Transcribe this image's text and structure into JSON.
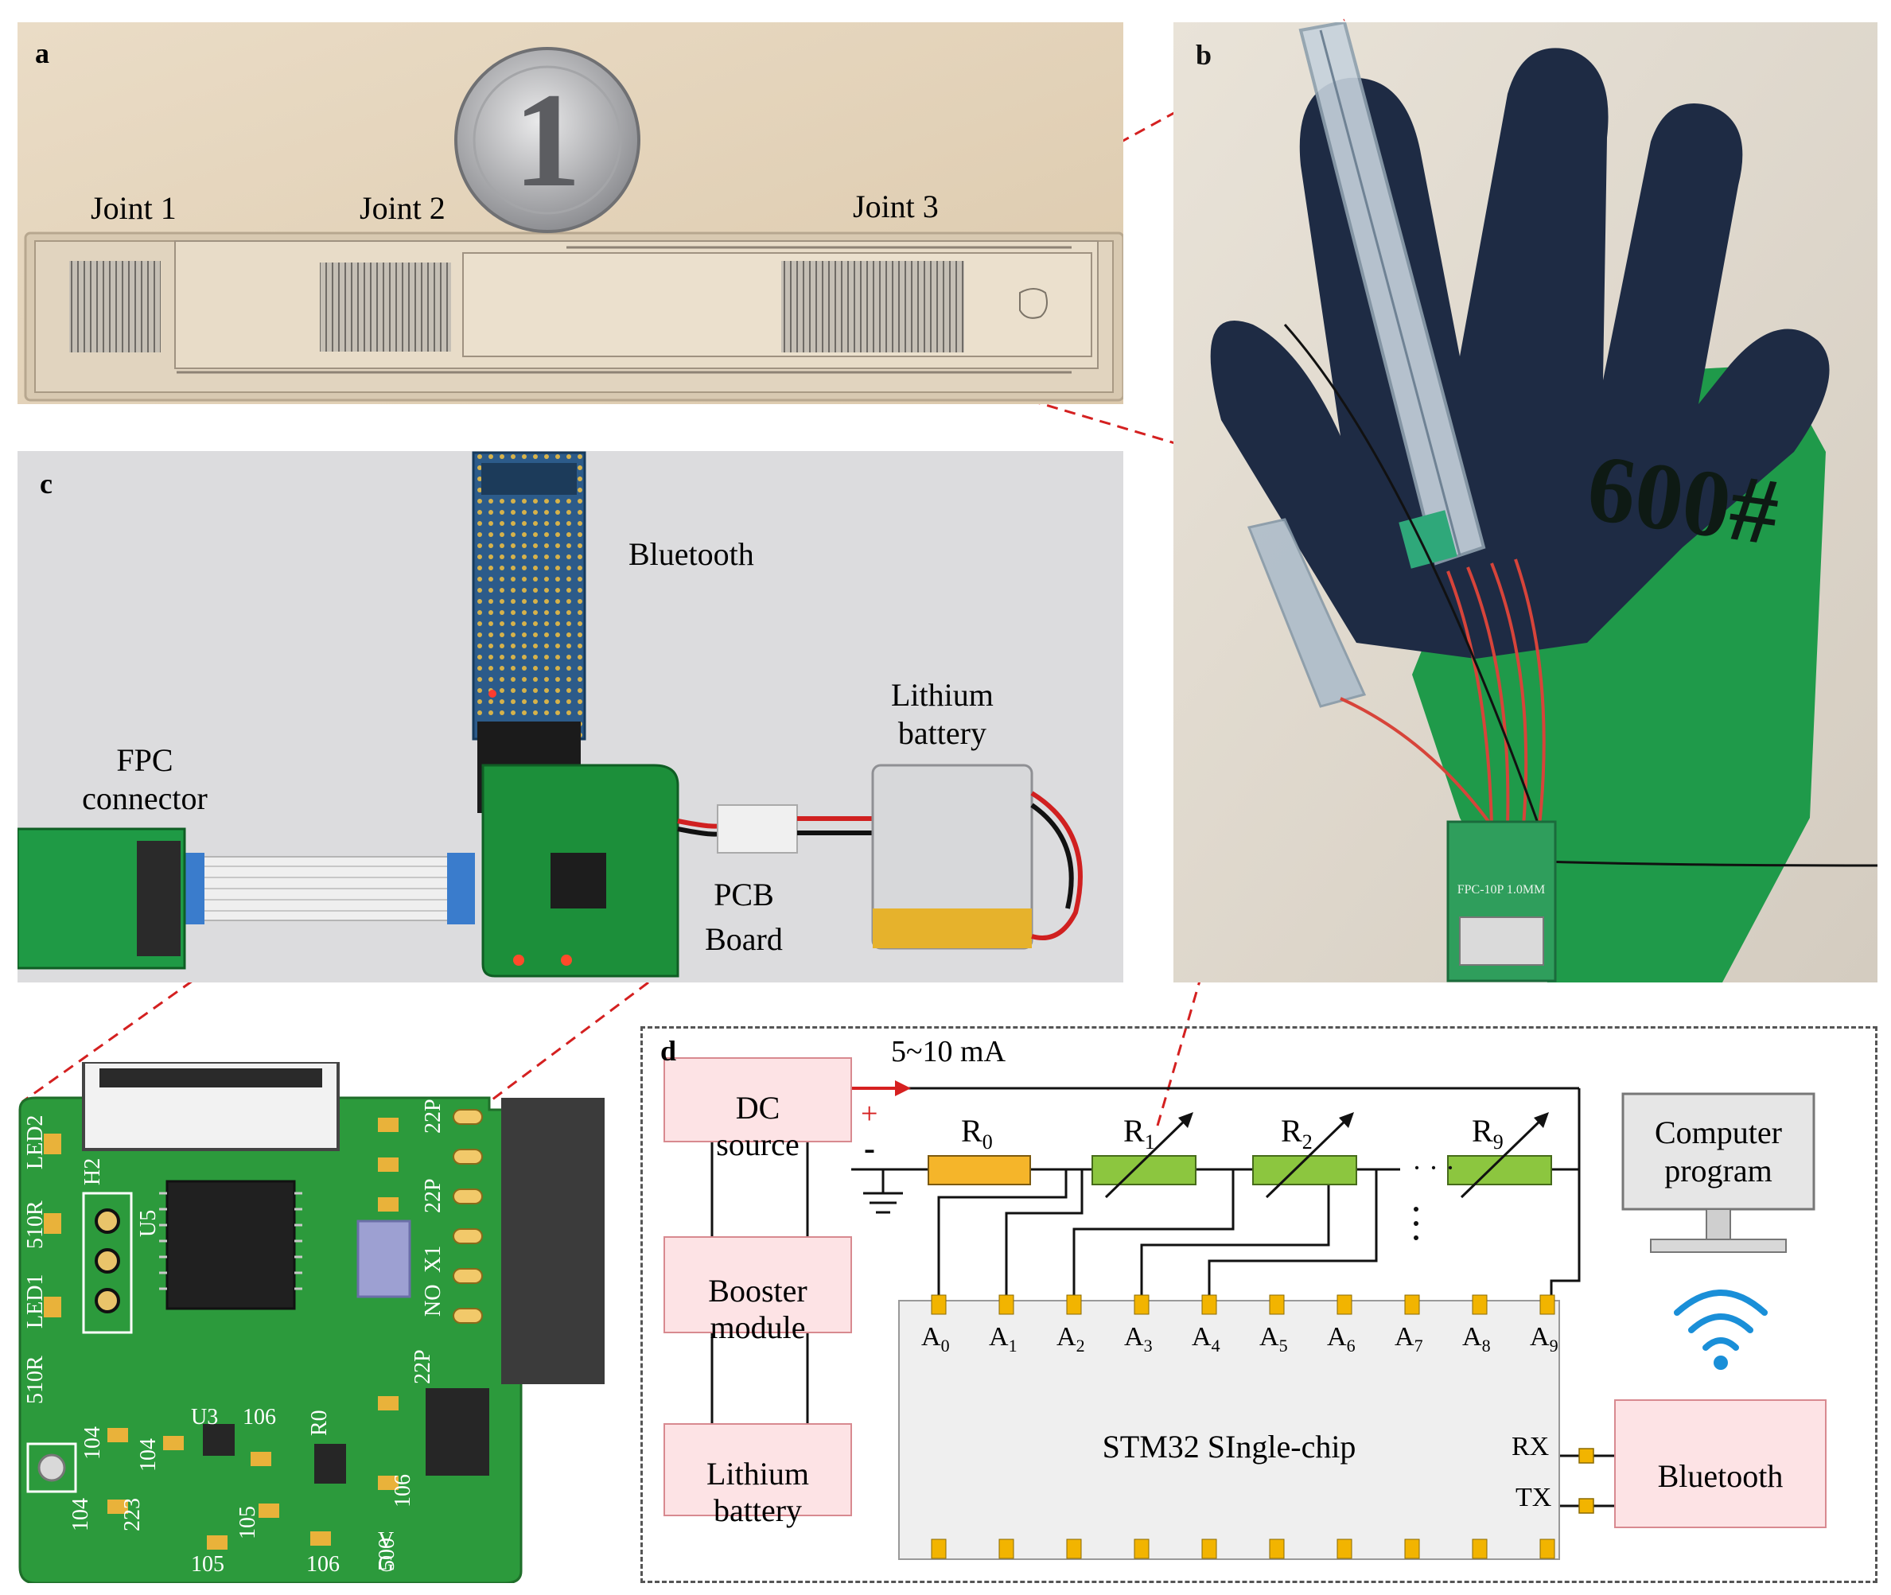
{
  "panels": {
    "a": {
      "letter": "a",
      "joints": [
        "Joint 1",
        "Joint 2",
        "Joint 3"
      ],
      "coin_value": "1"
    },
    "b": {
      "letter": "b",
      "glove_text": "600#",
      "connector_text": "FPC-10P 1.0MM"
    },
    "c": {
      "letter": "c",
      "labels": {
        "bluetooth": "Bluetooth",
        "lithium_line1": "Lithium",
        "lithium_line2": "battery",
        "fpc_line1": "FPC",
        "fpc_line2": "connector",
        "pcb_line1": "PCB",
        "pcb_line2": "Board"
      }
    },
    "pcb_detail": {
      "silkscreen": [
        "LED2",
        "510R",
        "H2",
        "U5",
        "LED1",
        "510R",
        "22P",
        "22P",
        "X1",
        "NO",
        "22P",
        "U3",
        "106",
        "104",
        "104",
        "104",
        "223",
        "105",
        "105",
        "106",
        "R0",
        "500",
        "G",
        "V",
        "106"
      ]
    },
    "d": {
      "letter": "d",
      "current": "5~10 mA",
      "plus": "+",
      "minus": "-",
      "blocks": {
        "dc_line1": "DC",
        "dc_line2": "source",
        "booster_line1": "Booster",
        "booster_line2": "module",
        "lithium_line1": "Lithium",
        "lithium_line2": "battery",
        "computer_line1": "Computer",
        "computer_line2": "program",
        "bluetooth": "Bluetooth",
        "mcu": "STM32  SIngle-chip",
        "rx": "RX",
        "tx": "TX"
      },
      "resistors": [
        {
          "label": "R",
          "sub": "0",
          "variable": false
        },
        {
          "label": "R",
          "sub": "1",
          "variable": true
        },
        {
          "label": "R",
          "sub": "2",
          "variable": true
        },
        {
          "label": "R",
          "sub": "9",
          "variable": true
        }
      ],
      "pins": [
        "A0",
        "A1",
        "A2",
        "A3",
        "A4",
        "A5",
        "A6",
        "A7",
        "A8",
        "A9"
      ],
      "ellipsis": "· · ·",
      "colors": {
        "block_fill": "#fde3e5",
        "block_stroke": "#e8747a",
        "fixed_resistor": "#f5b52a",
        "var_resistor": "#8cc63f",
        "pin": "#f2b400",
        "wifi": "#1a8fd8",
        "arrow": "#d62020"
      }
    }
  }
}
